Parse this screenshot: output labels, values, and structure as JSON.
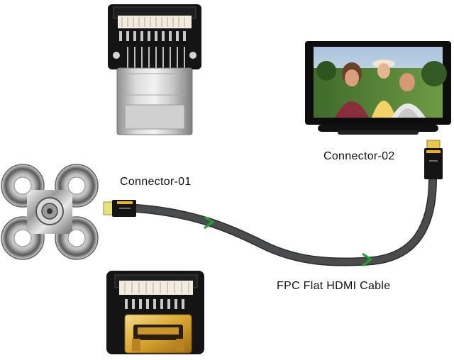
{
  "labels": {
    "connector_01": "Connector-01",
    "connector_02": "Connector-02",
    "cable": "FPC Flat HDMI Cable"
  },
  "colors": {
    "cable": "#4a4c4e",
    "cable_edge": "#2c2d2f",
    "arrow": "#1fa32e",
    "connector_gold": "#f1b418",
    "pcb_black": "#141414",
    "monitor_frame": "#0d0d0d",
    "text": "#111111"
  },
  "icons": [
    "mini-hdmi-connector-icon",
    "hdmi-connector-icon",
    "cross-shaped-cable-mount-icon",
    "monitor-icon"
  ]
}
